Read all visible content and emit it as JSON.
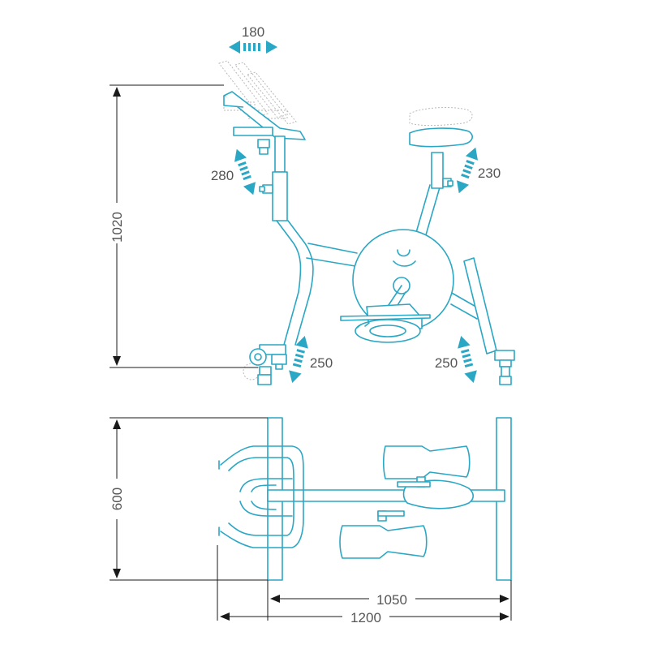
{
  "dimensions": {
    "height_total": "1020",
    "depth": "600",
    "length_inner": "1050",
    "length_total": "1200"
  },
  "adjustments": {
    "handlebar_horizontal": "180",
    "handlebar_vertical": "280",
    "seat_vertical": "230",
    "front_foot": "250",
    "rear_foot": "250"
  },
  "colors": {
    "outline": "#2aa7c4",
    "dimension": "#1a1a1a",
    "ghost": "#b9b9b9"
  }
}
